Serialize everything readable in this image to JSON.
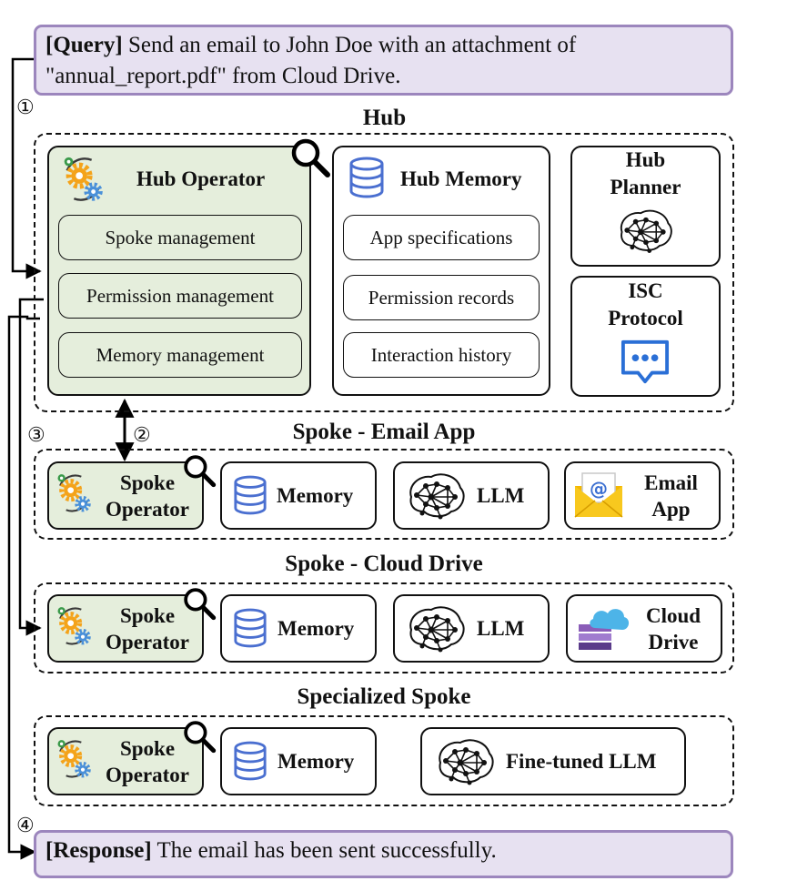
{
  "query": {
    "tag": "[Query]",
    "text": " Send an email to John Doe with an attachment of \"annual_report.pdf\" from Cloud Drive."
  },
  "response": {
    "tag": "[Response]",
    "text": " The email has been sent successfully."
  },
  "steps": [
    "①",
    "②",
    "③",
    "④"
  ],
  "hub": {
    "title": "Hub",
    "operator": {
      "title": "Hub Operator",
      "items": [
        "Spoke management",
        "Permission management",
        "Memory management"
      ]
    },
    "memory": {
      "title": "Hub Memory",
      "items": [
        "App specifications",
        "Permission records",
        "Interaction history"
      ]
    },
    "planner": {
      "line1": "Hub",
      "line2": "Planner"
    },
    "isc": {
      "line1": "ISC",
      "line2": "Protocol"
    }
  },
  "spokes": [
    {
      "title": "Spoke - Email App",
      "operator": [
        "Spoke",
        "Operator"
      ],
      "memory": "Memory",
      "llm": "LLM",
      "app": [
        "Email",
        "App"
      ]
    },
    {
      "title": "Spoke - Cloud Drive",
      "operator": [
        "Spoke",
        "Operator"
      ],
      "memory": "Memory",
      "llm": "LLM",
      "app": [
        "Cloud",
        "Drive"
      ]
    },
    {
      "title": "Specialized Spoke",
      "operator": [
        "Spoke",
        "Operator"
      ],
      "memory": "Memory",
      "llm": "Fine-tuned LLM"
    }
  ],
  "colors": {
    "purple_fill": "#e7e1f1",
    "purple_border": "#9c86bd",
    "green_fill": "#e5eedc",
    "icon_blue": "#4a6fd0",
    "gear_orange": "#f4a31a"
  }
}
